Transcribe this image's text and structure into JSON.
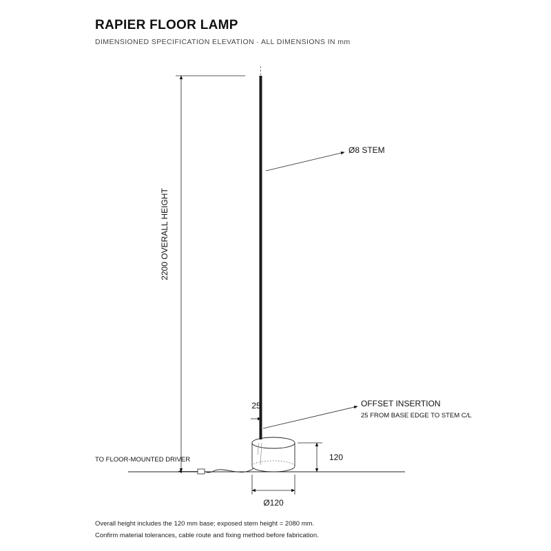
{
  "header": {
    "title": "RAPIER FLOOR LAMP",
    "subtitle": "DIMENSIONED SPECIFICATION ELEVATION · ALL DIMENSIONS IN mm"
  },
  "dimensions": {
    "overall_height": "2200 OVERALL HEIGHT",
    "stem_offset": "25",
    "base_height": "120",
    "base_diameter": "Ø120"
  },
  "callouts": {
    "stem": "Ø8 STEM",
    "offset_title": "OFFSET INSERTION",
    "offset_detail": "25 FROM BASE EDGE TO STEM C/L",
    "driver": "TO FLOOR-MOUNTED DRIVER"
  },
  "notes": [
    "Overall height includes the 120 mm base; exposed stem height = 2080 mm.",
    "Confirm material tolerances, cable route and fixing method before fabrication."
  ],
  "colors": {
    "ink": "#111111",
    "dim_line": "#222222",
    "hidden_line": "#555555"
  }
}
